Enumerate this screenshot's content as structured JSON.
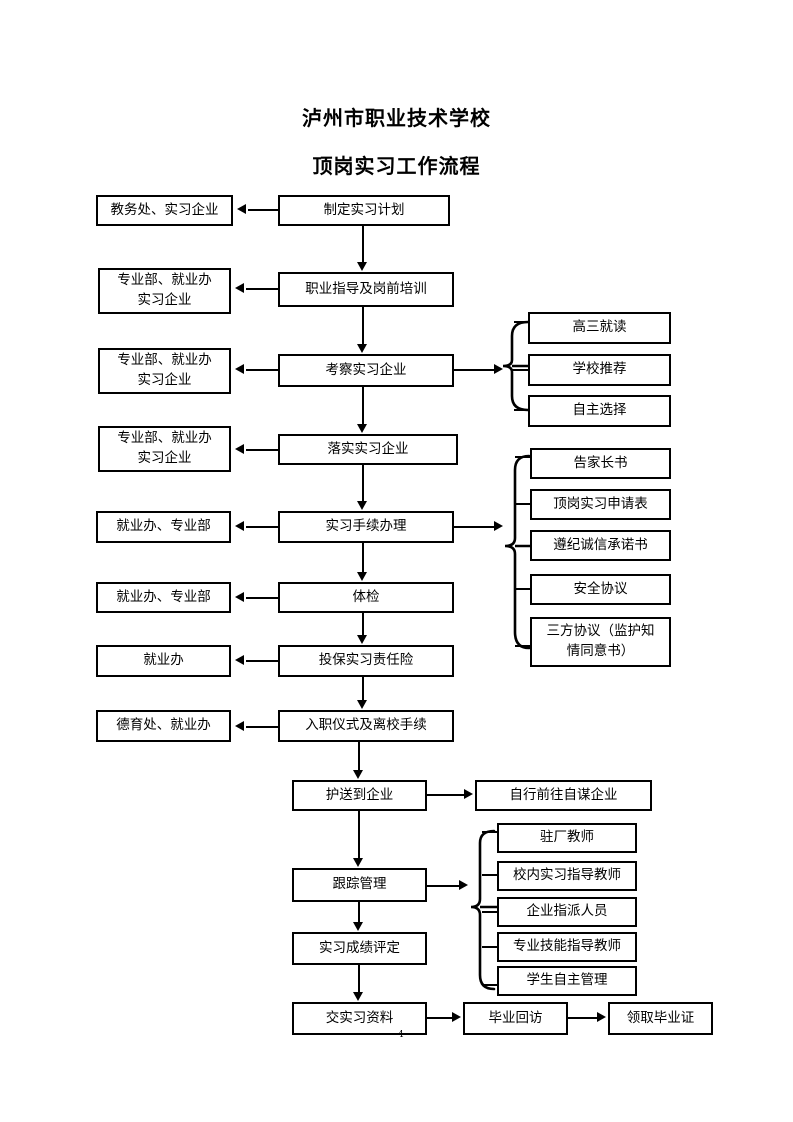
{
  "document": {
    "title_line1": "泸州市职业技术学校",
    "title_line2": "顶岗实习工作流程",
    "page_number": "4"
  },
  "flow": {
    "main_steps": [
      {
        "id": "plan",
        "label": "制定实习计划"
      },
      {
        "id": "guidance",
        "label": "职业指导及岗前培训"
      },
      {
        "id": "inspect",
        "label": "考察实习企业"
      },
      {
        "id": "confirm",
        "label": "落实实习企业"
      },
      {
        "id": "procedures",
        "label": "实习手续办理"
      },
      {
        "id": "physical",
        "label": "体检"
      },
      {
        "id": "insurance",
        "label": "投保实习责任险"
      },
      {
        "id": "onboarding",
        "label": "入职仪式及离校手续"
      },
      {
        "id": "escort",
        "label": "护送到企业"
      },
      {
        "id": "tracking",
        "label": "跟踪管理"
      },
      {
        "id": "grading",
        "label": "实习成绩评定"
      },
      {
        "id": "submit-docs",
        "label": "交实习资料"
      }
    ],
    "responsible_units": [
      {
        "id": "unit-plan",
        "label": "教务处、实习企业"
      },
      {
        "id": "unit-guidance",
        "label": "专业部、就业办\n实习企业"
      },
      {
        "id": "unit-inspect",
        "label": "专业部、就业办\n实习企业"
      },
      {
        "id": "unit-confirm",
        "label": "专业部、就业办\n实习企业"
      },
      {
        "id": "unit-procedures",
        "label": "就业办、专业部"
      },
      {
        "id": "unit-physical",
        "label": "就业办、专业部"
      },
      {
        "id": "unit-insurance",
        "label": "就业办"
      },
      {
        "id": "unit-onboarding",
        "label": "德育处、就业办"
      }
    ],
    "branch_enterprise_sources": [
      {
        "id": "source-grade3",
        "label": "高三就读"
      },
      {
        "id": "source-school",
        "label": "学校推荐"
      },
      {
        "id": "source-self",
        "label": "自主选择"
      }
    ],
    "branch_documents": [
      {
        "id": "doc-parent",
        "label": "告家长书"
      },
      {
        "id": "doc-apply",
        "label": "顶岗实习申请表"
      },
      {
        "id": "doc-pledge",
        "label": "遵纪诚信承诺书"
      },
      {
        "id": "doc-safety",
        "label": "安全协议"
      },
      {
        "id": "doc-tripart",
        "label": "三方协议（监护知\n情同意书）"
      }
    ],
    "branch_tracking_roles": [
      {
        "id": "role-factory",
        "label": "驻厂教师"
      },
      {
        "id": "role-school",
        "label": "校内实习指导教师"
      },
      {
        "id": "role-company",
        "label": "企业指派人员"
      },
      {
        "id": "role-skill",
        "label": "专业技能指导教师"
      },
      {
        "id": "role-student",
        "label": "学生自主管理"
      }
    ],
    "side_steps": [
      {
        "id": "self-seek",
        "label": "自行前往自谋企业"
      }
    ],
    "final_steps": [
      {
        "id": "revisit",
        "label": "毕业回访"
      },
      {
        "id": "certificate",
        "label": "领取毕业证"
      }
    ]
  }
}
